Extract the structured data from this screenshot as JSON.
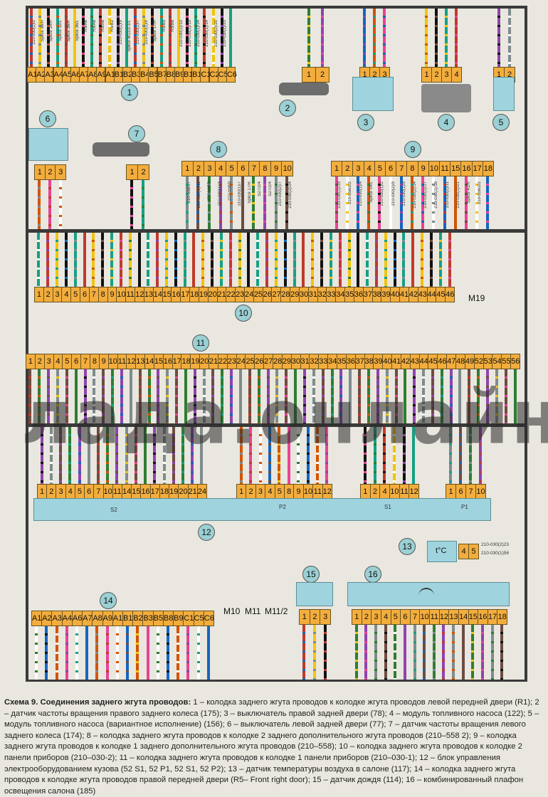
{
  "watermark": "лада.онлайн",
  "connectors": {
    "c1": {
      "number": "1",
      "pins": [
        "A1",
        "A2",
        "A3",
        "A4",
        "A5",
        "A6",
        "A7",
        "A8",
        "A9",
        "A10",
        "B1",
        "B2",
        "B3",
        "B4",
        "B5",
        "B7",
        "B8",
        "B9",
        "B10",
        "B11",
        "C1",
        "C2",
        "C5",
        "C6"
      ]
    },
    "c2": {
      "number": "2",
      "pins": [
        "1",
        "2"
      ]
    },
    "c3": {
      "number": "3",
      "pins": [
        "1",
        "2",
        "3"
      ]
    },
    "c4": {
      "number": "4",
      "pins": [
        "1",
        "2",
        "3",
        "4"
      ]
    },
    "c5": {
      "number": "5",
      "pins": [
        "1",
        "2"
      ]
    },
    "c6": {
      "number": "6",
      "pins": [
        "1",
        "2",
        "3"
      ]
    },
    "c7": {
      "number": "7",
      "pins": [
        "1",
        "2"
      ]
    },
    "c8": {
      "number": "8",
      "pins": [
        "1",
        "2",
        "3",
        "4",
        "5",
        "6",
        "7",
        "8",
        "9",
        "10"
      ]
    },
    "c9": {
      "number": "9",
      "pins": [
        "1",
        "2",
        "3",
        "4",
        "5",
        "6",
        "7",
        "8",
        "9",
        "10",
        "11",
        "15",
        "16",
        "17",
        "18"
      ]
    },
    "c10": {
      "number": "10",
      "pins": [
        "1",
        "2",
        "3",
        "4",
        "5",
        "6",
        "7",
        "8",
        "9",
        "10",
        "11",
        "12",
        "13",
        "14",
        "15",
        "16",
        "17",
        "18",
        "19",
        "20",
        "21",
        "22",
        "23",
        "24",
        "25",
        "26",
        "27",
        "28",
        "29",
        "30",
        "31",
        "32",
        "33",
        "34",
        "35",
        "36",
        "37",
        "38",
        "39",
        "40",
        "41",
        "42",
        "43",
        "44",
        "45",
        "46"
      ]
    },
    "c11": {
      "number": "11",
      "pins": [
        "1",
        "2",
        "3",
        "4",
        "5",
        "6",
        "7",
        "8",
        "9",
        "10",
        "11",
        "12",
        "13",
        "14",
        "15",
        "16",
        "17",
        "18",
        "19",
        "20",
        "21",
        "22",
        "23",
        "24",
        "25",
        "26",
        "27",
        "28",
        "29",
        "30",
        "31",
        "32",
        "33",
        "34",
        "35",
        "36",
        "37",
        "38",
        "39",
        "40",
        "41",
        "42",
        "43",
        "44",
        "45",
        "46",
        "47",
        "48",
        "49",
        "52",
        "53",
        "54",
        "55",
        "56"
      ]
    },
    "c12": {
      "number": "12",
      "s2": {
        "label": "S2",
        "pins": [
          "1",
          "2",
          "3",
          "4",
          "5",
          "6",
          "7",
          "10",
          "11",
          "14",
          "15",
          "16",
          "17",
          "18",
          "19",
          "20",
          "21",
          "24"
        ]
      },
      "p2": {
        "label": "P2",
        "pins": [
          "1",
          "2",
          "3",
          "4",
          "5",
          "8",
          "9",
          "10",
          "11",
          "12"
        ]
      },
      "s1": {
        "label": "S1",
        "pins": [
          "1",
          "2",
          "4",
          "10",
          "11",
          "12"
        ]
      },
      "p1": {
        "label": "P1",
        "pins": [
          "1",
          "6",
          "7",
          "10"
        ]
      }
    },
    "c13": {
      "number": "13",
      "label": "t°C",
      "pins": [
        "4",
        "5"
      ],
      "wires": [
        "210-030(2)23",
        "210-030(1)56"
      ]
    },
    "c14": {
      "number": "14",
      "pins": [
        "A1",
        "A2",
        "A3",
        "A4",
        "A6",
        "A7",
        "A8",
        "A9",
        "A10",
        "B1",
        "B2",
        "B3",
        "B5",
        "B8",
        "B9",
        "C1",
        "C5",
        "C6"
      ]
    },
    "c15": {
      "number": "15",
      "pins": [
        "1",
        "2",
        "3"
      ]
    },
    "c16": {
      "number": "16",
      "pins": [
        "1",
        "2",
        "3",
        "4",
        "5",
        "6",
        "7",
        "10",
        "11",
        "12",
        "13",
        "14",
        "15",
        "16",
        "17",
        "18"
      ]
    }
  },
  "grounds": [
    "M10",
    "M11",
    "M11/2",
    "M19"
  ],
  "wire_labels": {
    "c1": [
      "210-030(1)/2",
      "Splice 36/R",
      "Splice 14/R",
      "Splice 32/L",
      "Splice 36/R",
      "Splice 36/L",
      "R5/A6",
      "R5/A8",
      "R5/A8",
      "R5/B2",
      "210-030(1)/9",
      "Splice M11/2-1/L",
      "210-030(1)/7",
      "210-030(1)/9",
      "Splice 17/R",
      "R5/B5",
      "R5/B6",
      "210-030(1)/10",
      "210-030(1)/10",
      "210-030(1)/14",
      "210-030(1)/14",
      "210-030(2)/20",
      "210-030(2)/20"
    ],
    "c8": [
      "210-558/17",
      "210-030(1)/11",
      "210-558/0",
      "210-030(1)/3",
      "210-558/9",
      "210-030(1)/7",
      "Splice 17/R",
      "S27/2/4",
      "S27/2/4",
      "210-030(2)/7",
      "210-030(2)/24"
    ],
    "c9": [
      "210-030(1)/19",
      "210-558/2/2",
      "210-030(1)/4",
      "Splice 14/L",
      "210-030(1)/2",
      "210-030(2)/9",
      "210-030(1)/9",
      "210-030(2)/14",
      "210-030(1)/17",
      "210-030(1)/18",
      "210-030(2)/11",
      "210-030(1)/21",
      "Splice 41/R",
      "210-558/2/2"
    ]
  },
  "caption": {
    "title": "Схема 9. Соединения заднего жгута проводов:",
    "text": " 1 – колодка заднего жгута проводов к колодке жгута проводов левой передней двери (R1); 2 – датчик частоты вращения правого заднего колеса (175); 3 – выключатель правой задней двери (78); 4 – модуль топливного насоса (122); 5 – модуль топливного насоса (вариантное исполнение) (156); 6 – выключатель левой задней двери (77); 7 – датчик частоты вращения левого заднего колеса (174); 8 – колодка заднего жгута проводов к колодке 2 заднего дополнительного жгута проводов (210–558 2); 9 – колодка заднего жгута проводов к колодке 1 заднего дополнительного жгута проводов (210–558); 10 – колодка заднего жгута проводов к колодке 2 панели приборов (210–030-2); 11 – колодка заднего жгута проводов к колодке 1 панели приборов (210–030-1); 12 – блок управления электрооборудованием кузова (52 S1, 52 P1, 52 S1, 52 P2); 13 – датчик температуры воздуха в салоне (117); 14 – колодка заднего жгута проводов к колодке жгута проводов правой передней двери (R5– Front right door); 15 – датчик дождя (114); 16 – комбинированный плафон освещения салона (185)"
  }
}
